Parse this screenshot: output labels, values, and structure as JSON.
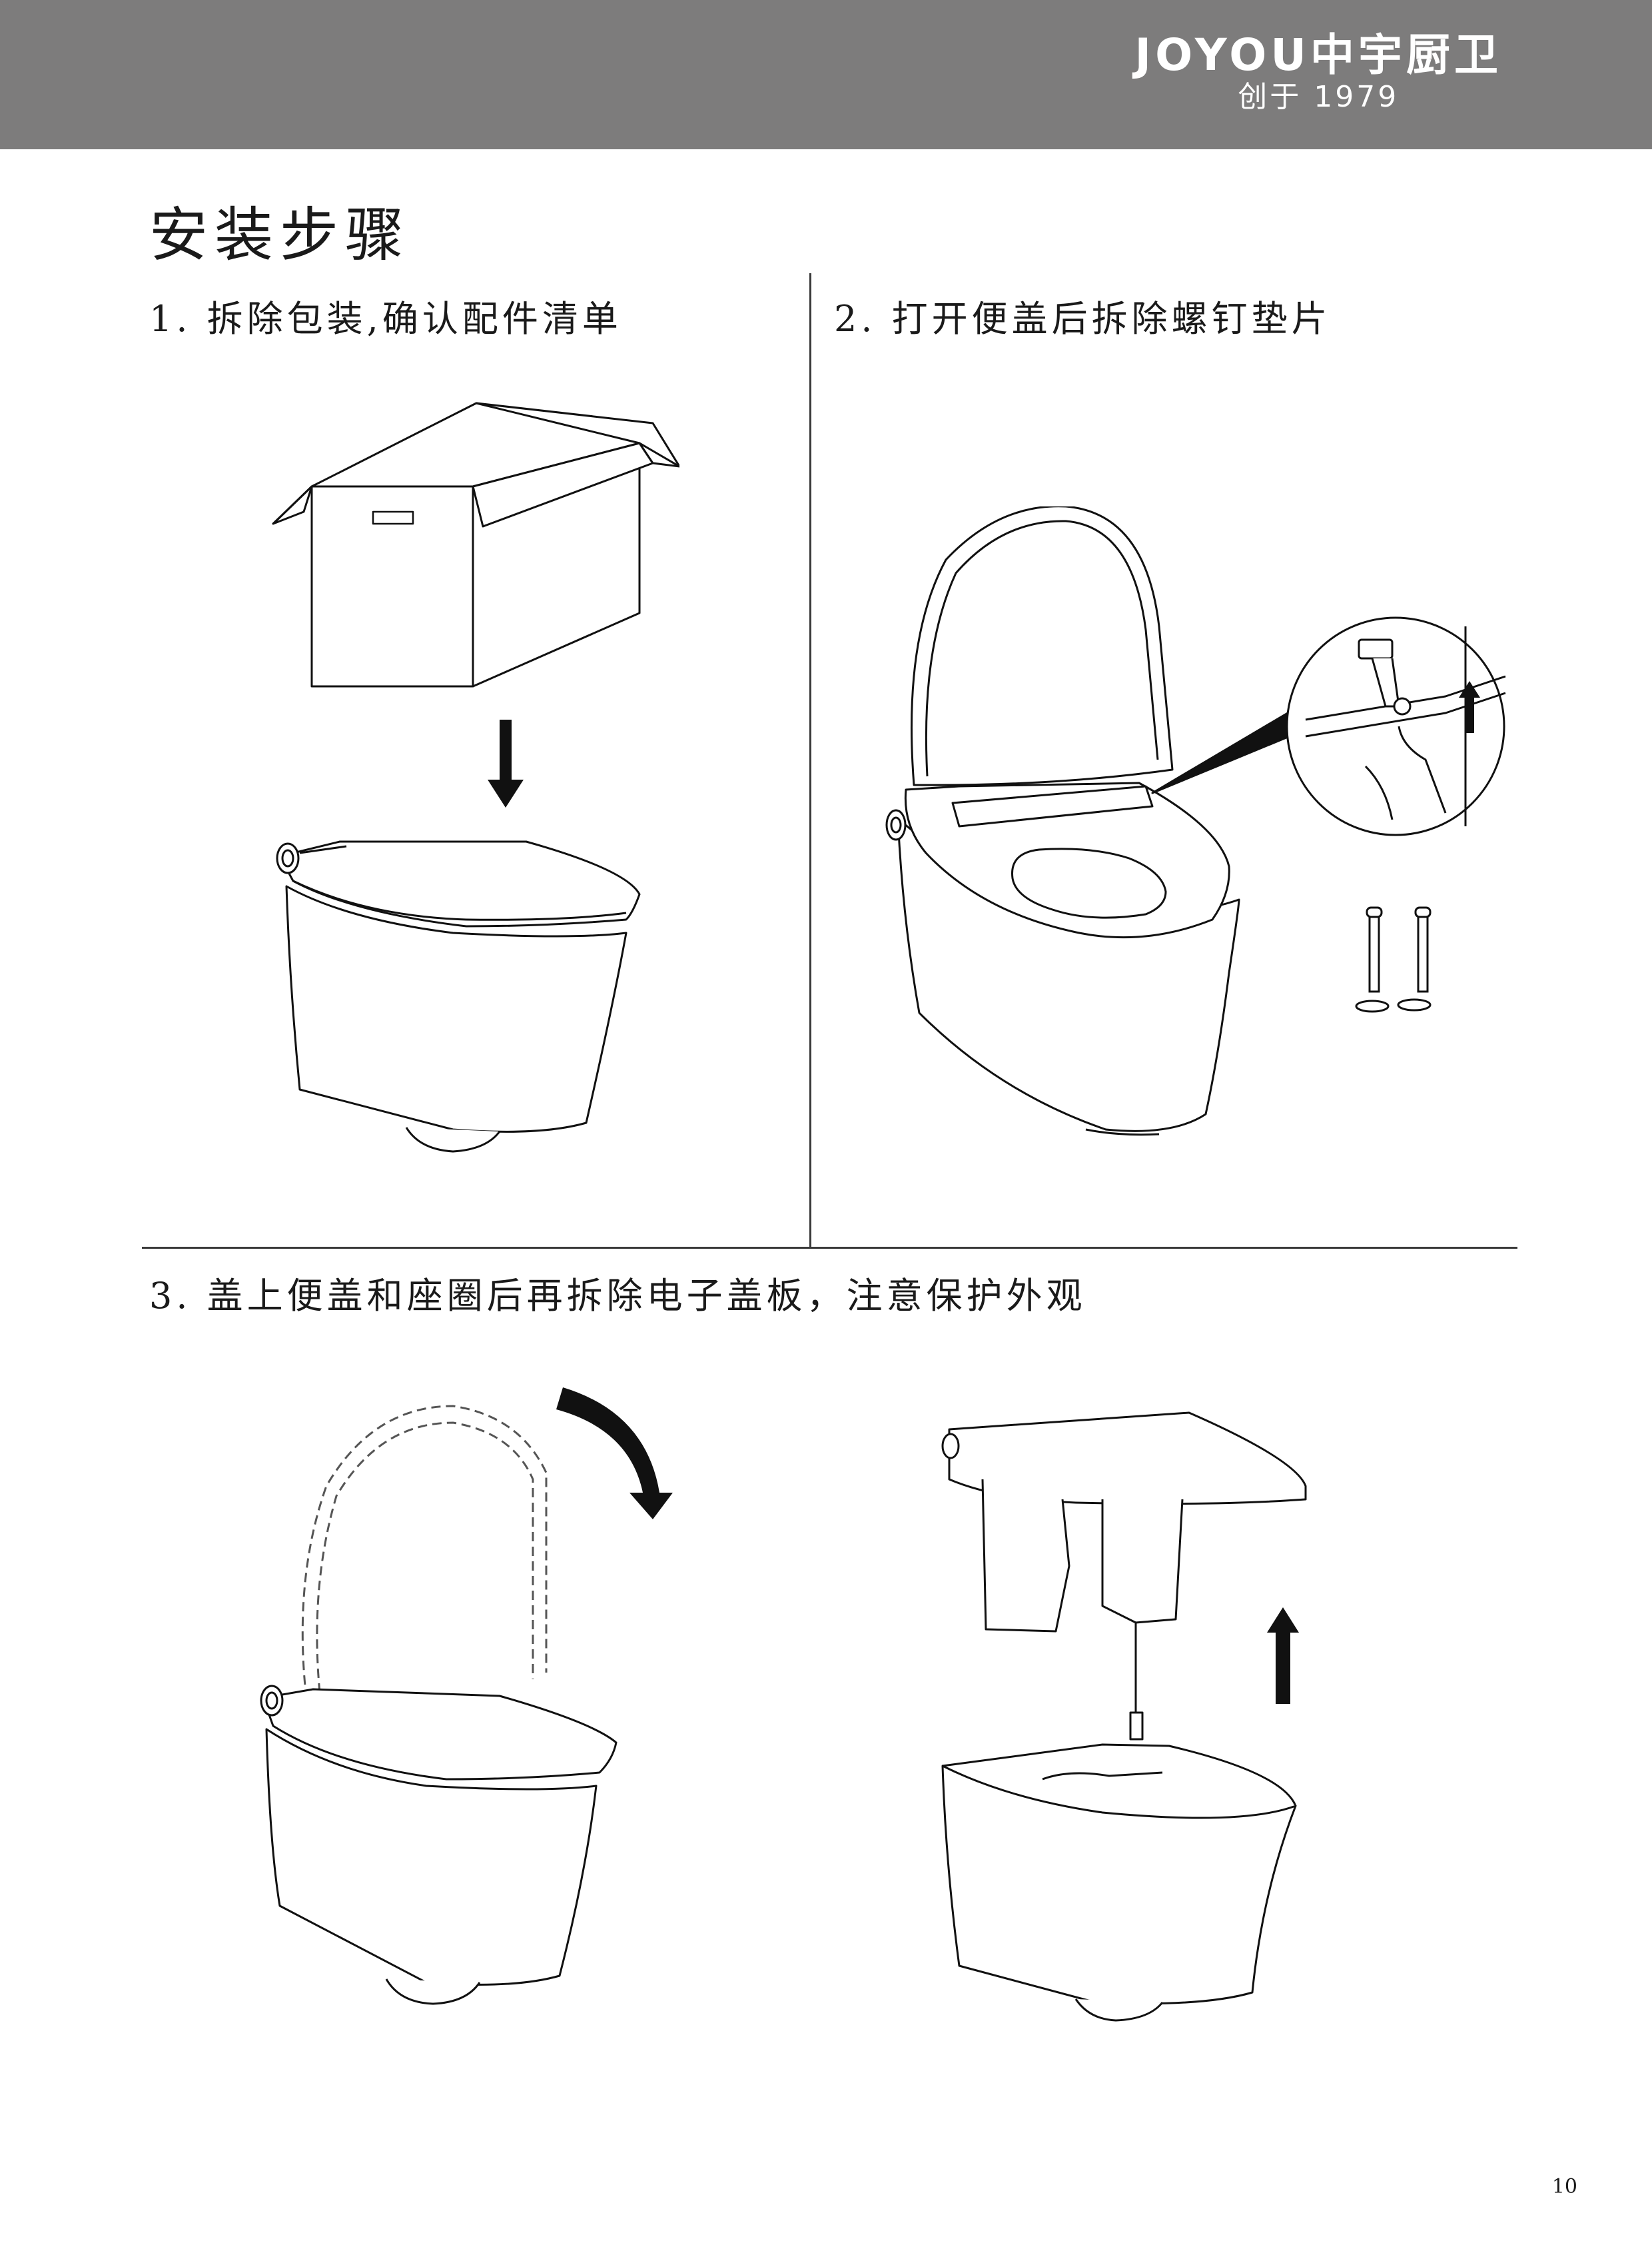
{
  "header": {
    "brand_logo": "JOYOU中宇厨卫",
    "brand_tagline": "创于 1979",
    "background_color": "#7d7c7c"
  },
  "page_title": "安装步骤",
  "steps": [
    {
      "label": "1. 拆除包装,确认配件清单"
    },
    {
      "label": "2. 打开便盖后拆除螺钉垫片"
    },
    {
      "label": "3. 盖上便盖和座圈后再拆除电子盖板，注意保护外观"
    }
  ],
  "page_number": "10"
}
